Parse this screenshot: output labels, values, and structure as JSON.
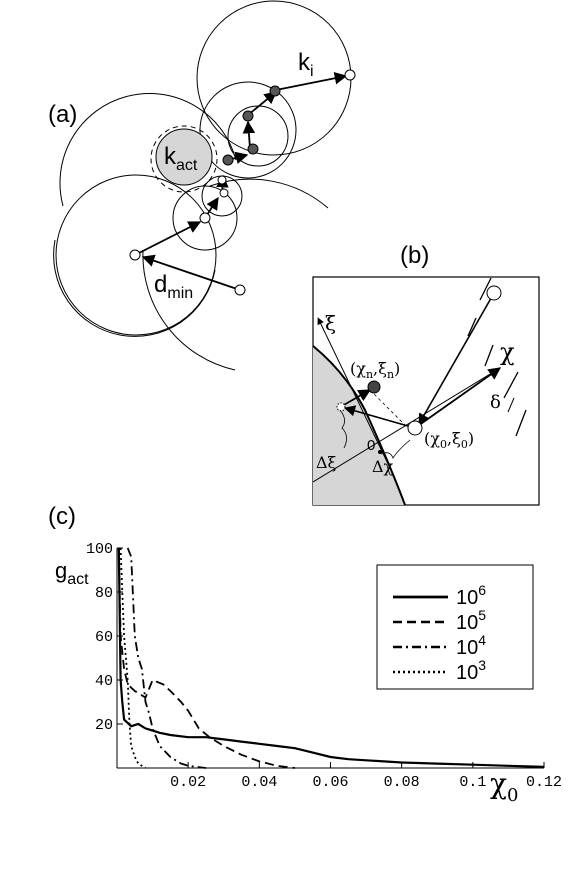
{
  "panel_a": {
    "label": "(a)",
    "k_act": "k",
    "k_act_sub": "act",
    "k_i": "k",
    "k_i_sub": "i",
    "d_min": "d",
    "d_min_sub": "min"
  },
  "panel_b": {
    "label": "(b)",
    "xi_axis": "ξ",
    "chi_axis": "χ",
    "delta": "δ",
    "origin": "0",
    "point_n": "(χ",
    "point_n_sub1": "n",
    "point_n_mid": ",ξ",
    "point_n_sub2": "n",
    "point_n_end": ")",
    "point_0": "(χ",
    "point_0_sub1": "0",
    "point_0_mid": ",ξ",
    "point_0_sub2": "0",
    "point_0_end": ")",
    "delta_xi": "Δξ",
    "delta_chi": "Δχ"
  },
  "panel_c": {
    "label": "(c)",
    "ylabel": "g",
    "ylabel_sub": "act",
    "xlabel": "χ",
    "xlabel_sub": "0"
  },
  "chart_data": {
    "type": "line",
    "xlim": [
      0,
      0.12
    ],
    "ylim": [
      0,
      100
    ],
    "x_ticks": [
      "0.02",
      "0.04",
      "0.06",
      "0.08",
      "0.1",
      "0.12"
    ],
    "y_ticks": [
      "20",
      "40",
      "60",
      "80",
      "100"
    ],
    "legend_position": "top-right",
    "series": [
      {
        "name": "10",
        "exp": "6",
        "style": "solid",
        "x": [
          0.0005,
          0.001,
          0.0015,
          0.002,
          0.004,
          0.006,
          0.008,
          0.01,
          0.012,
          0.015,
          0.02,
          0.025,
          0.03,
          0.035,
          0.04,
          0.045,
          0.05,
          0.055,
          0.06,
          0.065,
          0.07,
          0.075,
          0.08,
          0.09,
          0.1,
          0.11,
          0.12
        ],
        "y": [
          100,
          40,
          30,
          22,
          19,
          20,
          18,
          17,
          16,
          15,
          14,
          14,
          13,
          12,
          11,
          10,
          9,
          7,
          5,
          4,
          3.5,
          3,
          2.5,
          2,
          1.5,
          1,
          0.5
        ]
      },
      {
        "name": "10",
        "exp": "5",
        "style": "dashed",
        "x": [
          0.0005,
          0.001,
          0.002,
          0.003,
          0.005,
          0.008,
          0.01,
          0.013,
          0.015,
          0.018,
          0.02,
          0.023,
          0.026,
          0.03,
          0.035,
          0.04,
          0.045,
          0.05
        ],
        "y": [
          100,
          60,
          45,
          38,
          35,
          32,
          40,
          38,
          35,
          30,
          26,
          18,
          14,
          10,
          6,
          3,
          1,
          0
        ]
      },
      {
        "name": "10",
        "exp": "4",
        "style": "dashdot",
        "x": [
          0.003,
          0.004,
          0.005,
          0.006,
          0.007,
          0.008,
          0.009,
          0.01,
          0.012,
          0.015,
          0.018,
          0.02,
          0.025
        ],
        "y": [
          100,
          96,
          60,
          50,
          45,
          30,
          25,
          18,
          10,
          5,
          2,
          1,
          0
        ]
      },
      {
        "name": "10",
        "exp": "3",
        "style": "dotted",
        "x": [
          0.001,
          0.0015,
          0.002,
          0.0025,
          0.003,
          0.0035,
          0.004,
          0.005,
          0.006,
          0.008
        ],
        "y": [
          100,
          80,
          60,
          50,
          40,
          20,
          10,
          5,
          2,
          0
        ]
      }
    ]
  }
}
